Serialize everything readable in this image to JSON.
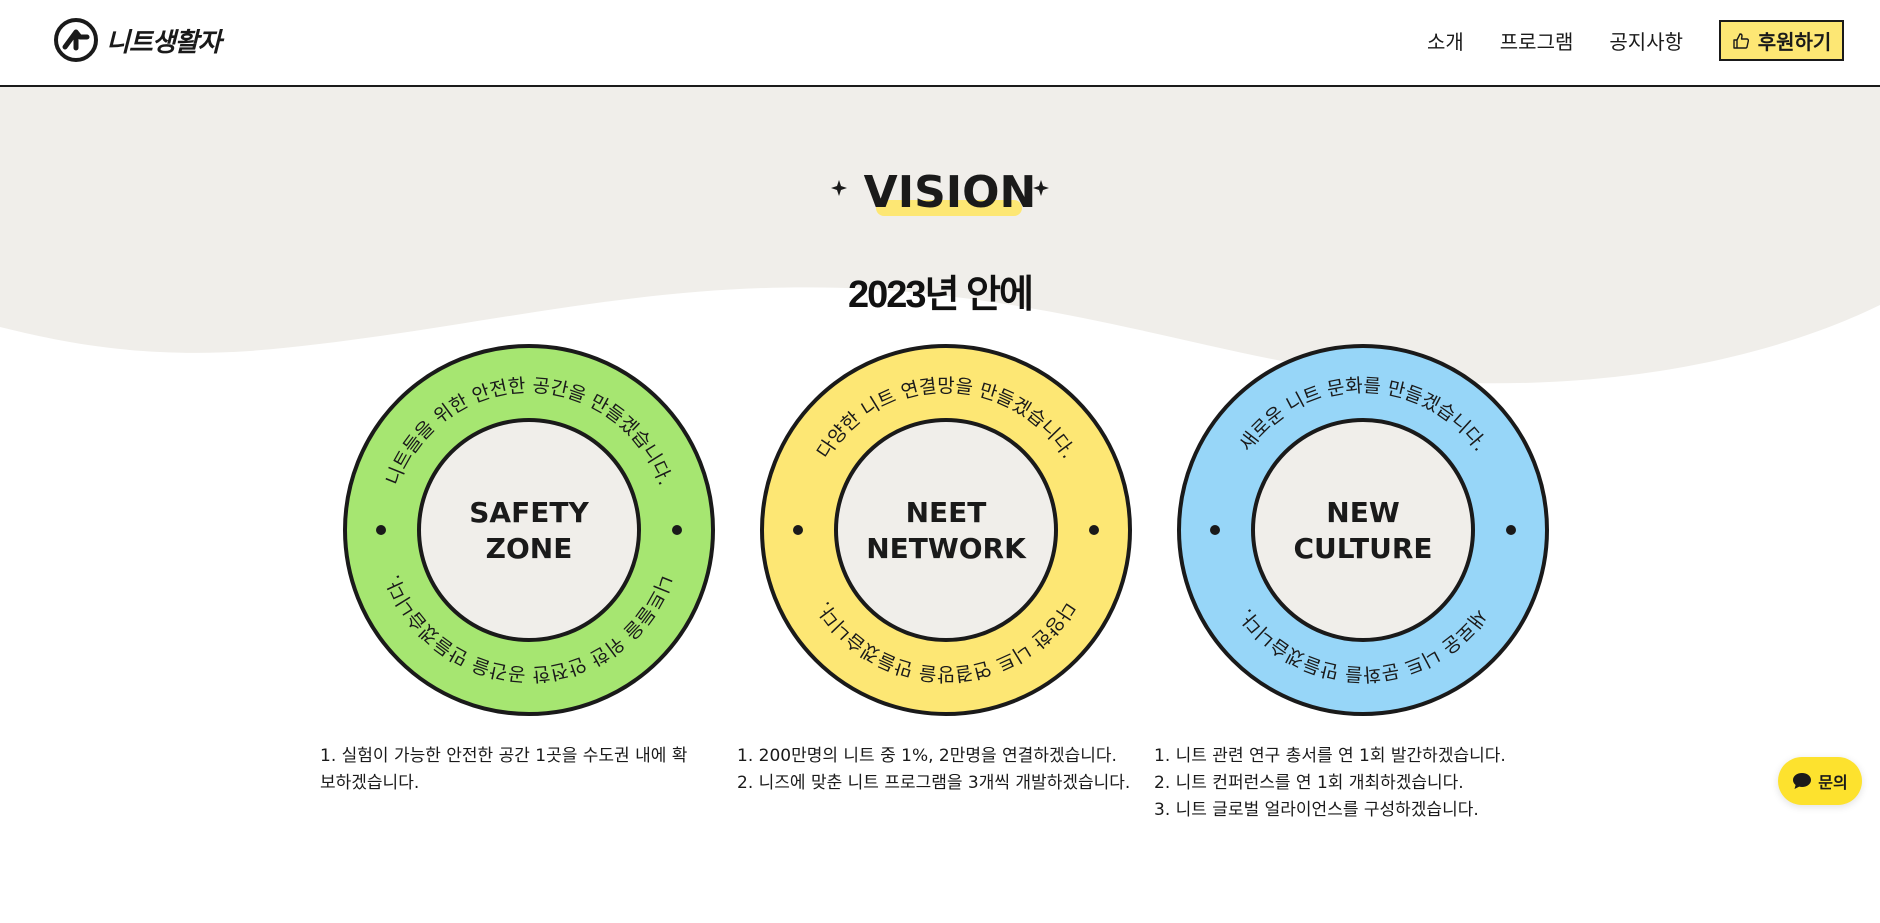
{
  "header": {
    "logo_text": "니트생활자",
    "nav": [
      {
        "label": "소개"
      },
      {
        "label": "프로그램"
      },
      {
        "label": "공지사항"
      }
    ],
    "donate_label": "후원하기"
  },
  "vision": {
    "title": "VISION",
    "subtitle": "2023년 안에"
  },
  "badges": [
    {
      "title_line1": "SAFETY",
      "title_line2": "ZONE",
      "ring_text_top": "니트들을 위한 안전한 공간을 만들겠습니다.",
      "ring_text_bottom": "니트들을 위한 안전한 공간을 만들겠습니다.",
      "color": "#a6e671",
      "goals": [
        "1. 실험이 가능한 안전한 공간 1곳을 수도권 내에 확보하겠습니다."
      ]
    },
    {
      "title_line1": "NEET",
      "title_line2": "NETWORK",
      "ring_text_top": "다양한 니트 연결망을 만들겠습니다.",
      "ring_text_bottom": "다양한 니트 연결망을 만들겠습니다.",
      "color": "#fde774",
      "goals": [
        "1. 200만명의 니트 중 1%, 2만명을 연결하겠습니다.",
        "2. 니즈에 맞춘 니트 프로그램을 3개씩 개발하겠습니다."
      ]
    },
    {
      "title_line1": "NEW",
      "title_line2": "CULTURE",
      "ring_text_top": "새로운 니트 문화를 만들겠습니다.",
      "ring_text_bottom": "새로운 니트 문화를 만들겠습니다.",
      "color": "#97d6f8",
      "goals": [
        "1. 니트 관련 연구 총서를 연 1회 발간하겠습니다.",
        "2. 니트 컨퍼런스를 연 1회 개최하겠습니다.",
        "3. 니트 글로벌 얼라이언스를 구성하겠습니다."
      ]
    }
  ],
  "inquiry_label": "문의",
  "colors": {
    "background_beige": "#f0eeea",
    "accent_yellow": "#fde774",
    "ink": "#1a1a1a"
  }
}
